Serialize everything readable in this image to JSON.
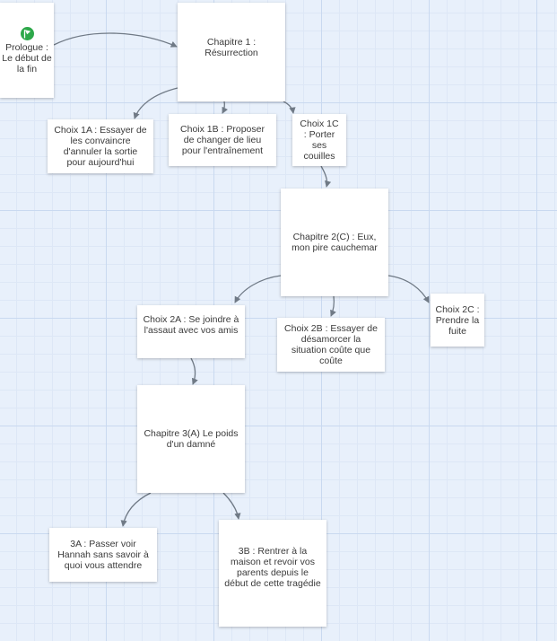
{
  "diagram": {
    "accent": "#2ea84a",
    "link_color": "#707a86",
    "start_icon": "green-flag-icon",
    "nodes": {
      "prologue": "Prologue : Le début de la fin",
      "chapitre1": "Chapitre 1 : Résurrection",
      "choix1a": "Choix 1A : Essayer de les convaincre d'annuler la sortie pour aujourd'hui",
      "choix1b": "Choix 1B : Proposer de changer de lieu pour l'entraînement",
      "choix1c": "Choix 1C : Porter ses couilles",
      "chapitre2c": "Chapitre 2(C) : Eux, mon pire cauchemar",
      "choix2a": "Choix 2A : Se joindre à l'assaut avec vos amis",
      "choix2b": "Choix 2B : Essayer de désamorcer la situation coûte que coûte",
      "choix2c": "Choix 2C : Prendre la fuite",
      "chapitre3a": "Chapitre 3(A) Le poids d'un damné",
      "choix3a": "3A : Passer voir Hannah sans savoir à quoi vous attendre",
      "choix3b": "3B : Rentrer à la maison et revoir vos parents depuis le début de cette tragédie"
    }
  }
}
